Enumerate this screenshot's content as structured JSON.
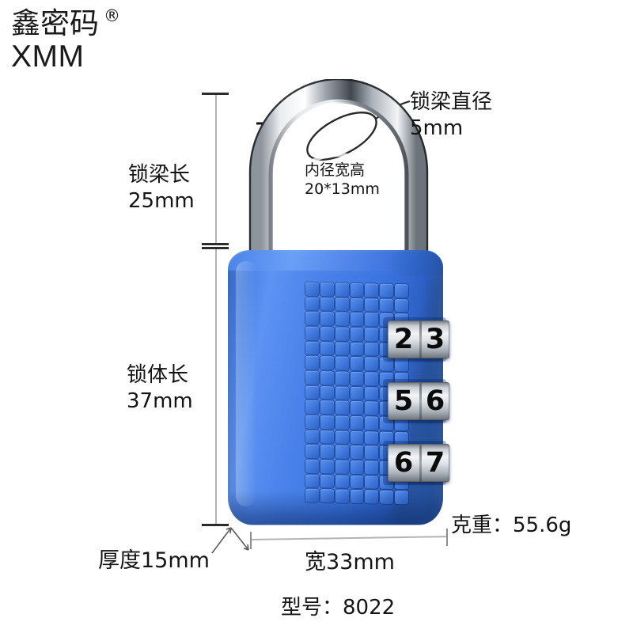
{
  "brand": {
    "name_cn": "鑫密码",
    "registered_mark": "®",
    "name_en": "XMM"
  },
  "annotations": {
    "shackle_diameter": "锁梁直径\n5mm",
    "inner_clearance": "内径宽高\n20*13mm",
    "shackle_length": "锁梁长\n25mm",
    "body_length": "锁体长\n37mm",
    "thickness": "厚度15mm",
    "width": "宽33mm",
    "weight": "克重：55.6g",
    "model": "型号：8022"
  },
  "product": {
    "body_color": "#3d76dd",
    "shackle_color": "#c8ccd2",
    "dials": [
      {
        "left_digit": "2",
        "right_digit": "3"
      },
      {
        "left_digit": "5",
        "right_digit": "6"
      },
      {
        "left_digit": "6",
        "right_digit": "7"
      }
    ]
  },
  "spec_values": {
    "shackle_diameter_mm": "5",
    "shackle_length_mm": "25",
    "body_length_mm": "37",
    "width_mm": "33",
    "thickness_mm": "15",
    "inner_width_mm": "20",
    "inner_height_mm": "13",
    "weight_g": "55.6",
    "model_no": "8022"
  }
}
